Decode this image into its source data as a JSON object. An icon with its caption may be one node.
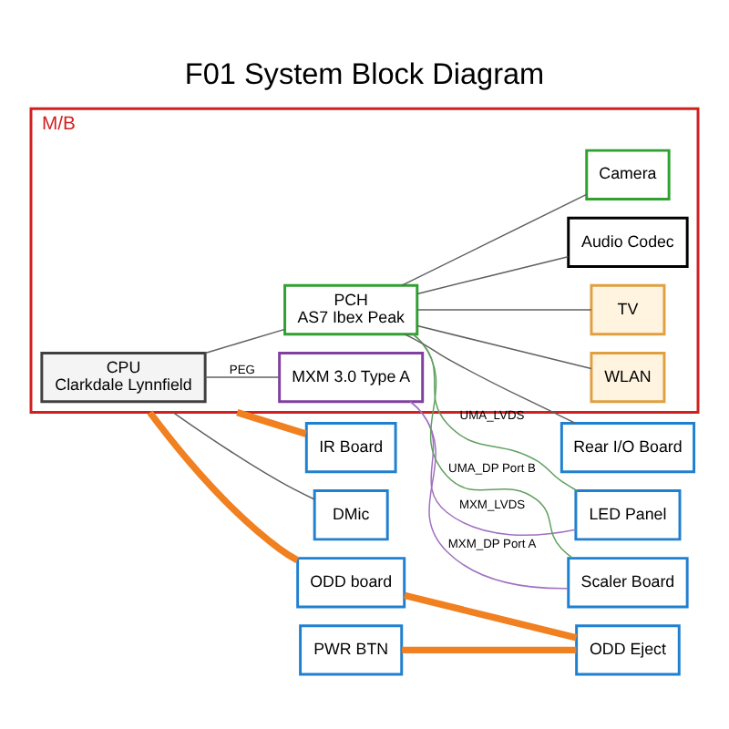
{
  "diagram": {
    "title": "F01 System Block Diagram",
    "nodes": [
      {
        "text": [
          "M/B"
        ]
      },
      {
        "text": [
          "CPU",
          "Clarkdale Lynnfield"
        ],
        "in": 0
      },
      {
        "text": [
          "MXM 3.0 Type A"
        ],
        "in": 0
      },
      {
        "text": [
          "PCH",
          "AS7 Ibex Peak"
        ],
        "in": 0
      },
      {
        "text": [
          "Audio Codec"
        ],
        "in": 0
      },
      {
        "text": [
          "Camera"
        ],
        "in": 0
      },
      {
        "text": [
          "WLAN"
        ],
        "in": 0
      },
      {
        "text": [
          "TV"
        ],
        "in": 0
      },
      {
        "text": [
          "LED Panel"
        ]
      },
      {
        "text": [
          "Scaler Board"
        ]
      },
      {
        "text": [
          "Rear I/O Board"
        ]
      },
      {
        "text": [
          "ODD board"
        ]
      },
      {
        "text": [
          "PWR BTN"
        ]
      },
      {
        "text": [
          "ODD Eject"
        ]
      },
      {
        "text": [
          "IR Board"
        ]
      },
      {
        "text": [
          "DMic"
        ]
      }
    ],
    "edges": [
      {
        "from": 1,
        "to": 3,
        "arrow": "none"
      },
      {
        "from": 1,
        "to": 2,
        "arrow": "none",
        "label": "PEG"
      },
      {
        "from": 2,
        "to": 8,
        "arrow": "none",
        "label": "MXM_LVDS",
        "color": "#a070c0"
      },
      {
        "from": 2,
        "to": 9,
        "arrow": "none",
        "label": "MXM_DP Port A",
        "color": "#a070c0"
      },
      {
        "from": 3,
        "to": 8,
        "arrow": "none",
        "label": "UMA_LVDS",
        "color": "#60a060"
      },
      {
        "from": 3,
        "to": 9,
        "arrow": "none",
        "label": "UMA_DP Port B",
        "color": "#60a060"
      },
      {
        "from": 3,
        "to": 10,
        "arrow": "none"
      },
      {
        "from": 3,
        "to": 4,
        "arrow": "none"
      },
      {
        "from": 3,
        "to": 5,
        "arrow": "none"
      },
      {
        "from": 3,
        "to": 6,
        "arrow": "none"
      },
      {
        "from": 3,
        "to": 7,
        "arrow": "none"
      },
      {
        "from": 0,
        "to": 11,
        "arrow": "none",
        "style": "thick",
        "color": "#f08020"
      },
      {
        "from": 0,
        "to": 14,
        "arrow": "none",
        "style": "thick",
        "color": "#f08020"
      },
      {
        "from": 0,
        "to": 15,
        "arrow": "none"
      },
      {
        "from": 11,
        "to": 13,
        "arrow": "none",
        "style": "thick",
        "color": "#f08020"
      },
      {
        "from": 12,
        "to": 13,
        "arrow": "none",
        "style": "thick",
        "color": "#f08020"
      }
    ]
  }
}
